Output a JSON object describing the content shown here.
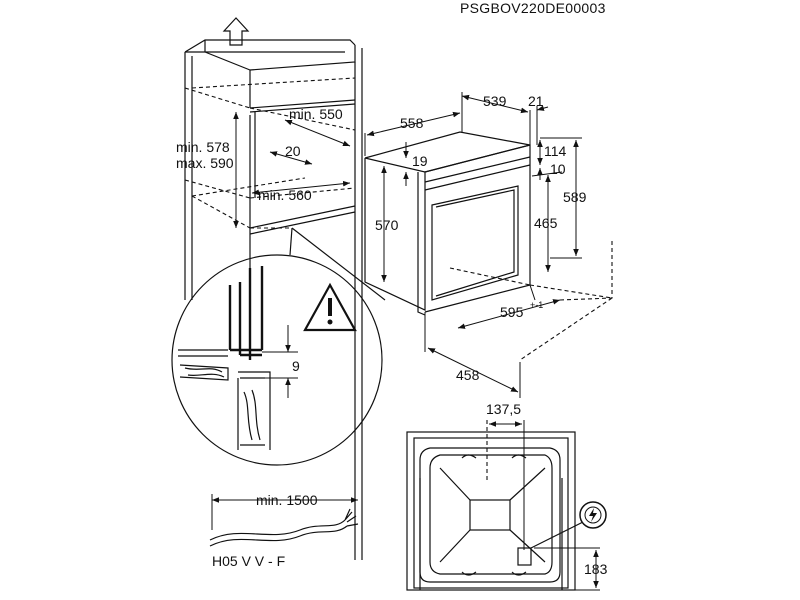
{
  "doc_code": "PSGBOV220DE00003",
  "dims": {
    "min_578": "min. 578",
    "max_590": "max. 590",
    "min_550": "min. 550",
    "d20": "20",
    "min_560": "min. 560",
    "d558": "558",
    "d539": "539",
    "d21": "21",
    "d19": "19",
    "d114": "114",
    "d10": "10",
    "d589": "589",
    "d570": "570",
    "d465": "465",
    "d595": "595",
    "d595_tol": "+-1",
    "d458": "458",
    "d9": "9",
    "d137_5": "137,5",
    "min_1500": "min. 1500",
    "d183": "183"
  },
  "cable_type": "H05 V V - F",
  "icons": [
    "up-arrow-icon",
    "warning-triangle-icon",
    "electric-connection-icon"
  ]
}
